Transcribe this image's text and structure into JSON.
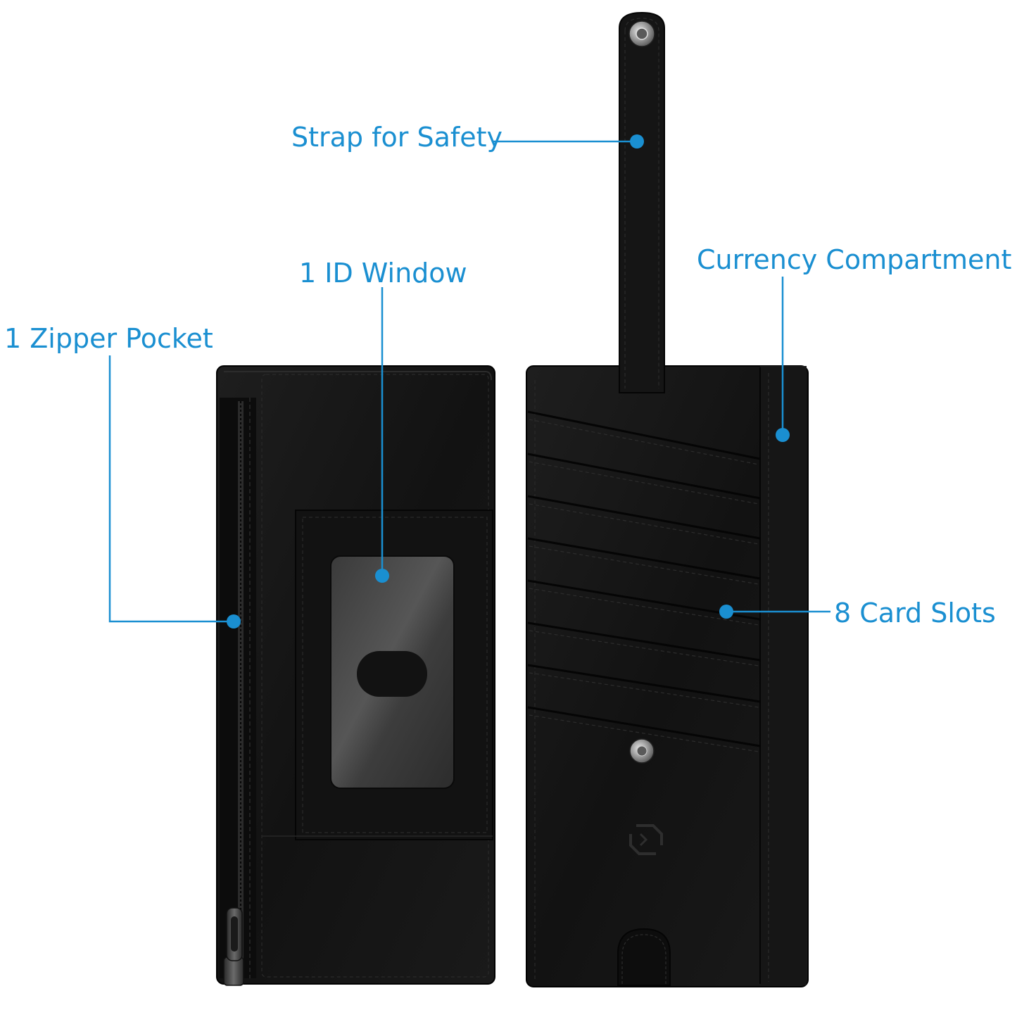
{
  "callouts": {
    "strap": "Strap for Safety",
    "id_window": "1 ID Window",
    "currency": "Currency Compartment",
    "zipper": "1 Zipper Pocket",
    "card_slots": "8 Card Slots"
  },
  "colors": {
    "accent": "#1a8fd1",
    "leather": "#141414",
    "background": "#ffffff"
  },
  "icons": {
    "brand": "fintie-logo-icon",
    "snap": "snap-button-icon",
    "zipper_pull": "zipper-pull-icon"
  }
}
